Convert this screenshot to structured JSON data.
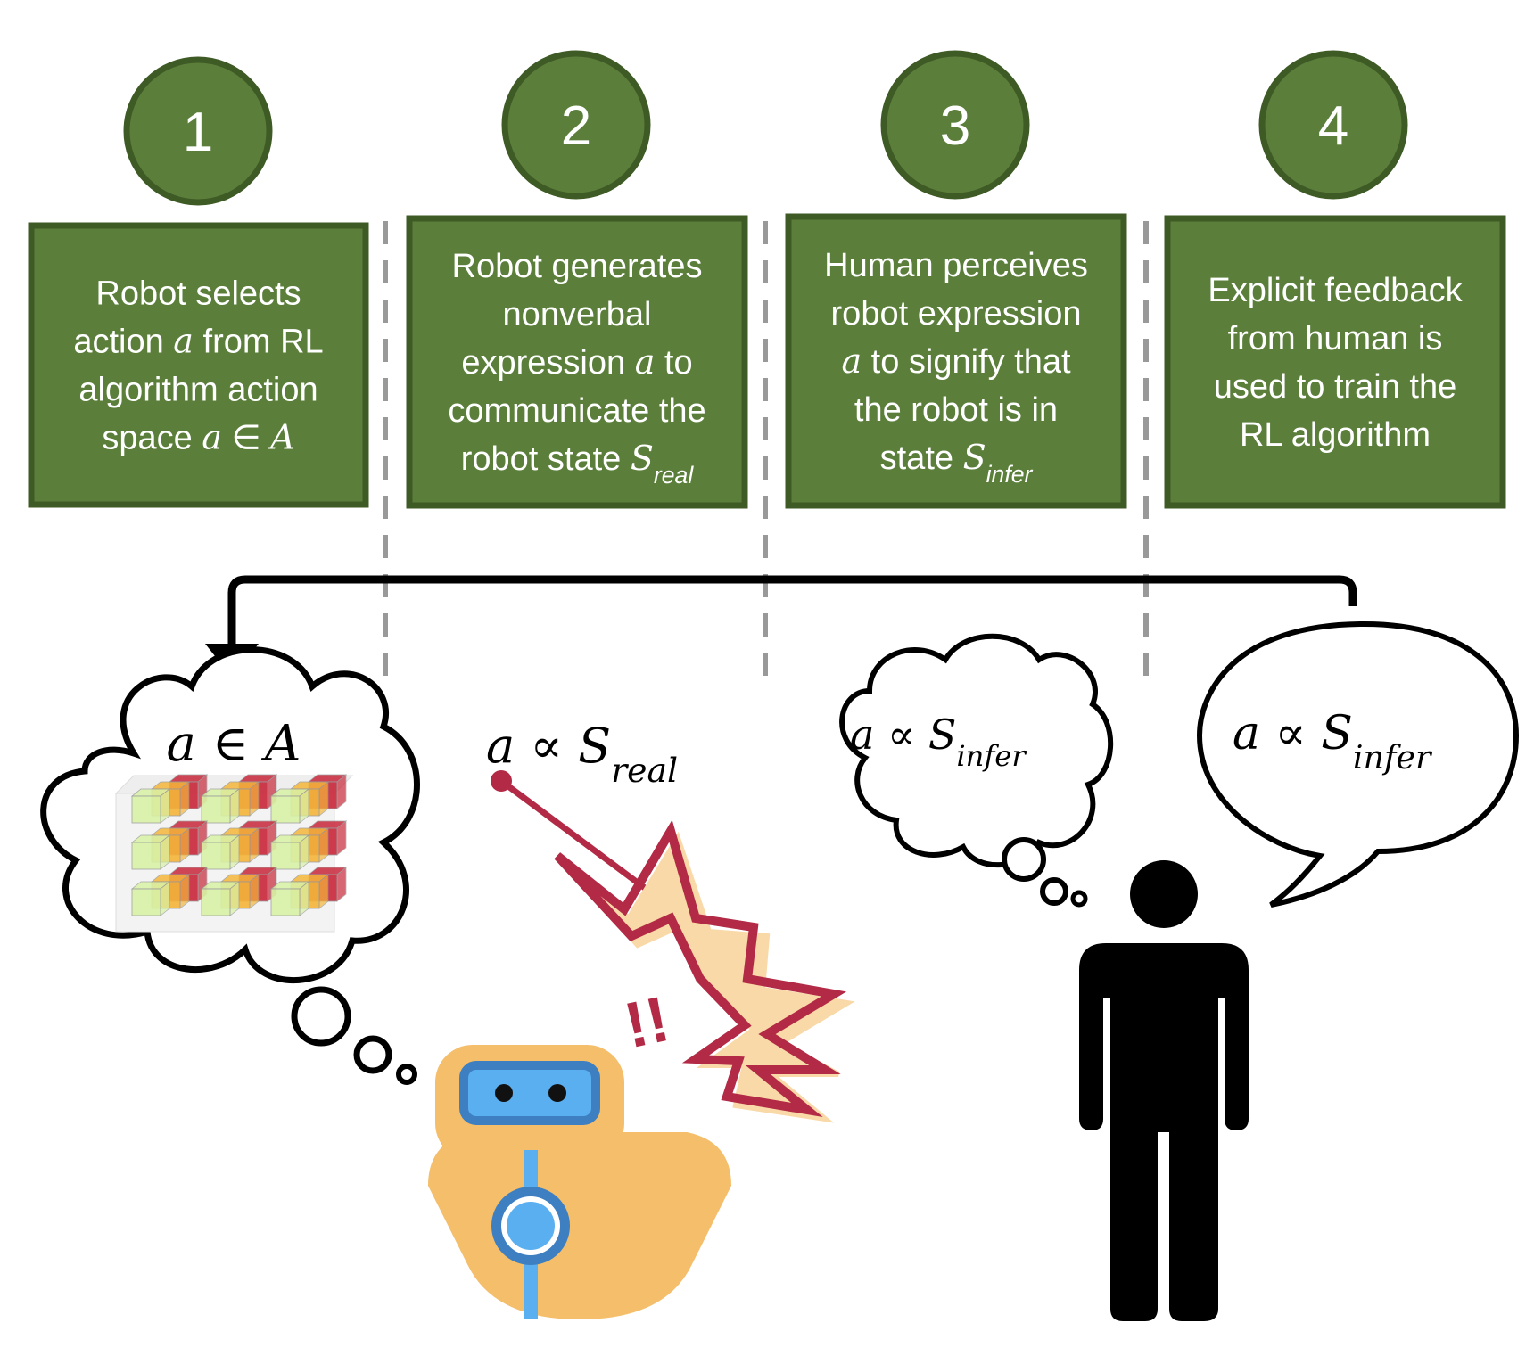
{
  "colors": {
    "box_fill": "#5b7f3b",
    "box_border": "#3e5a25",
    "divider": "#999999",
    "robot_body": "#f4be6a",
    "robot_accent": "#5aaff0",
    "robot_accent_dark": "#3d7fc1",
    "burst_red": "#b22a45",
    "burst_cream": "#f9d9a8",
    "cube_green": "#d8f2a6",
    "cube_orange": "#f5b63a",
    "cube_red": "#c8273a"
  },
  "steps": [
    {
      "number": "1",
      "lines": [
        [
          {
            "t": "Robot selects"
          }
        ],
        [
          {
            "t": "action "
          },
          {
            "m": "a"
          },
          {
            "t": " from RL"
          }
        ],
        [
          {
            "t": "algorithm action"
          }
        ],
        [
          {
            "t": "space "
          },
          {
            "m": "a"
          },
          {
            "t": " ∈ "
          },
          {
            "m": "A"
          }
        ]
      ]
    },
    {
      "number": "2",
      "lines": [
        [
          {
            "t": "Robot generates"
          }
        ],
        [
          {
            "t": "nonverbal"
          }
        ],
        [
          {
            "t": "expression "
          },
          {
            "m": "a"
          },
          {
            "t": " to"
          }
        ],
        [
          {
            "t": "communicate the"
          }
        ],
        [
          {
            "t": "robot state "
          },
          {
            "m": "S"
          },
          {
            "sub": "real"
          }
        ]
      ]
    },
    {
      "number": "3",
      "lines": [
        [
          {
            "t": "Human perceives"
          }
        ],
        [
          {
            "t": "robot expression"
          }
        ],
        [
          {
            "m": "a"
          },
          {
            "t": " to signify that"
          }
        ],
        [
          {
            "t": "the robot is in"
          }
        ],
        [
          {
            "t": "state "
          },
          {
            "m": "S"
          },
          {
            "sub": "infer"
          }
        ]
      ]
    },
    {
      "number": "4",
      "lines": [
        [
          {
            "t": "Explicit feedback"
          }
        ],
        [
          {
            "t": "from human is"
          }
        ],
        [
          {
            "t": "used to train the"
          }
        ],
        [
          {
            "t": "RL algorithm"
          }
        ]
      ]
    }
  ],
  "labels": {
    "robot_thought": [
      {
        "m": "a"
      },
      {
        "t": " ∈ "
      },
      {
        "m": "A"
      }
    ],
    "robot_expression": [
      {
        "m": "a"
      },
      {
        "t": " ∝ "
      },
      {
        "m": "S"
      },
      {
        "sub": "real"
      }
    ],
    "human_thought": [
      {
        "m": "a"
      },
      {
        "t": " ∝ "
      },
      {
        "m": "S"
      },
      {
        "sub": "infer"
      }
    ],
    "human_speech": [
      {
        "m": "a"
      },
      {
        "t": " ∝ "
      },
      {
        "m": "S"
      },
      {
        "sub": "infer"
      }
    ],
    "exclamation": "!!"
  }
}
